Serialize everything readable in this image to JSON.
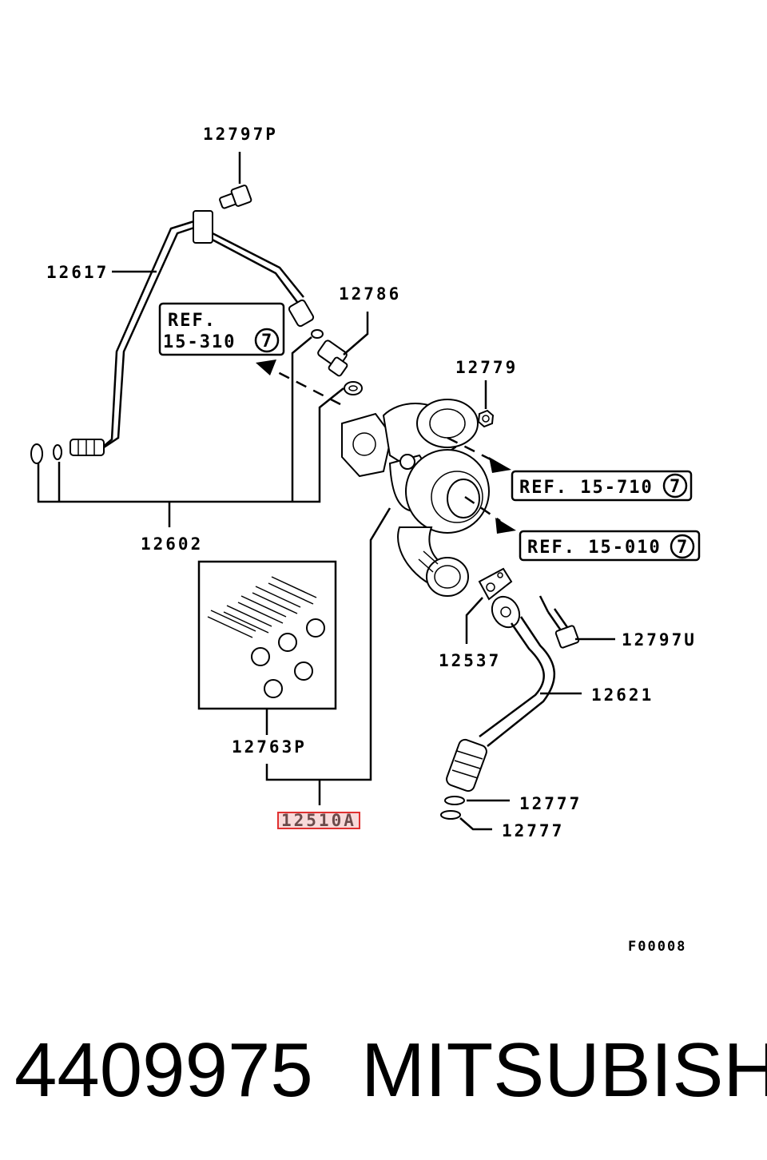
{
  "callouts": {
    "c12797p": "12797P",
    "c12617": "12617",
    "c12786": "12786",
    "c12779": "12779",
    "c12602": "12602",
    "c12763p": "12763P",
    "c12510a": "12510A",
    "c12537": "12537",
    "c12797u": "12797U",
    "c12621": "12621",
    "c12777a": "12777",
    "c12777b": "12777"
  },
  "refs": {
    "ref1_line1": "REF.",
    "ref1_line2": "15-310",
    "ref1_num": "7",
    "ref2_text": "REF. 15-710",
    "ref2_num": "7",
    "ref3_text": "REF. 15-010",
    "ref3_num": "7"
  },
  "figure_code": "F00008",
  "highlight_color": "#e03030",
  "footer": {
    "part_number": "4409975",
    "brand": "MITSUBISHI"
  }
}
